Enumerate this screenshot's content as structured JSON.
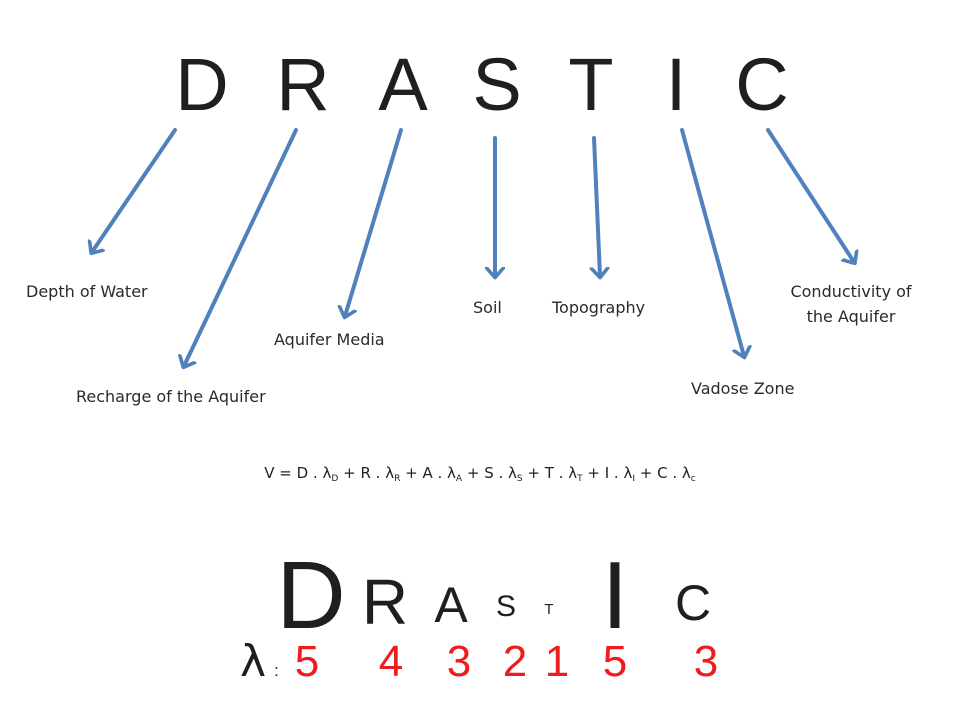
{
  "acronym": {
    "letters": [
      "D",
      "R",
      "A",
      "S",
      "T",
      "I",
      "C"
    ]
  },
  "labels": {
    "depth": "Depth of Water",
    "recharge": "Recharge of the Aquifer",
    "aquifer_media": "Aquifer Media",
    "soil": "Soil",
    "topography": "Topography",
    "vadose": "Vadose Zone",
    "conductivity_line1": "Conductivity of",
    "conductivity_line2": "the Aquifer"
  },
  "formula": {
    "v_eq": "V = ",
    "terms": [
      {
        "letter": "D",
        "sub": "D"
      },
      {
        "letter": "R",
        "sub": "R"
      },
      {
        "letter": "A",
        "sub": "A"
      },
      {
        "letter": "S",
        "sub": "S"
      },
      {
        "letter": "T",
        "sub": "T"
      },
      {
        "letter": "I",
        "sub": "I"
      },
      {
        "letter": "C",
        "sub": "c"
      }
    ],
    "dot": " . λ",
    "plus": " + "
  },
  "weights": {
    "lambda_symbol": "λ",
    "colon": ":",
    "letters": [
      "D",
      "R",
      "A",
      "S",
      "T",
      "I",
      "C"
    ],
    "values": [
      "5",
      "4",
      "3",
      "2",
      "1",
      "5",
      "3"
    ]
  },
  "colors": {
    "arrow": "#4f81bd",
    "weight_value": "#ee1c1c",
    "text": "#222222"
  }
}
